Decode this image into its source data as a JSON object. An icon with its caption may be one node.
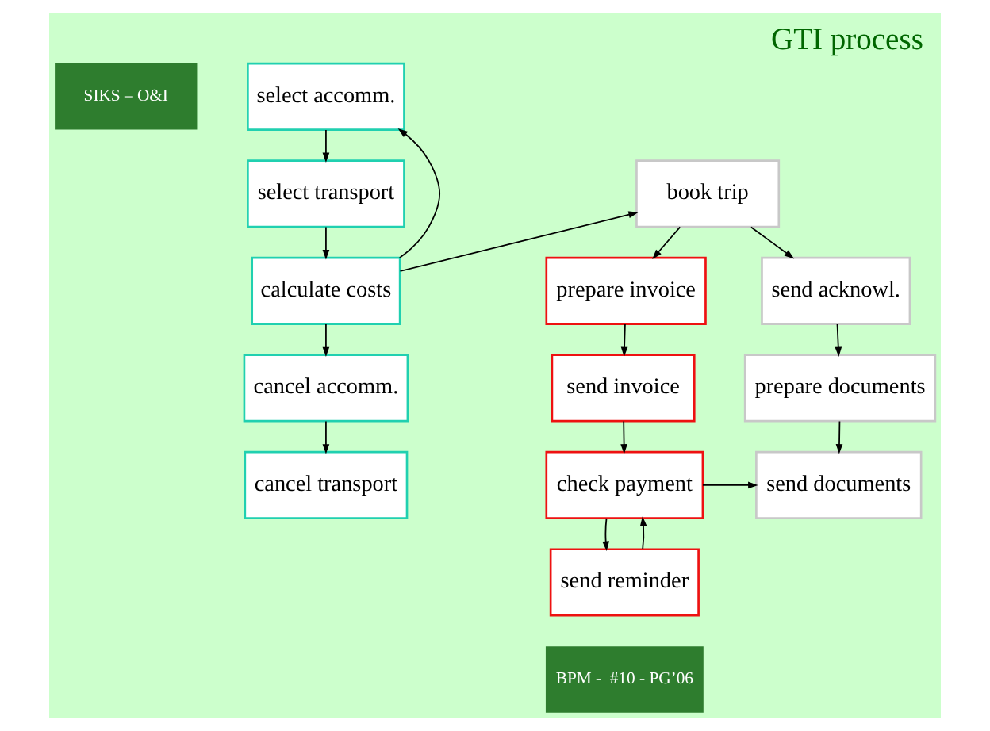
{
  "diagram": {
    "title": "GTI process",
    "nodes": [
      {
        "text": [
          "select accomm."
        ]
      },
      {
        "text": [
          "select transport"
        ]
      },
      {
        "text": [
          "calculate costs"
        ]
      },
      {
        "text": [
          "cancel accomm."
        ]
      },
      {
        "text": [
          "cancel transport"
        ]
      },
      {
        "text": [
          "book trip"
        ]
      },
      {
        "text": [
          "send acknowl."
        ]
      },
      {
        "text": [
          "prepare documents"
        ]
      },
      {
        "text": [
          "send documents"
        ]
      },
      {
        "text": [
          "prepare invoice"
        ]
      },
      {
        "text": [
          "send invoice"
        ]
      },
      {
        "text": [
          "check payment"
        ]
      },
      {
        "text": [
          "send reminder"
        ]
      }
    ],
    "edges": [
      {
        "from": 0,
        "to": 1,
        "arrow": "to"
      },
      {
        "from": 1,
        "to": 2,
        "arrow": "to"
      },
      {
        "from": 2,
        "to": 0,
        "arrow": "to"
      },
      {
        "from": 2,
        "to": 3,
        "arrow": "to"
      },
      {
        "from": 3,
        "to": 4,
        "arrow": "to"
      },
      {
        "from": 2,
        "to": 5,
        "arrow": "to"
      },
      {
        "from": 5,
        "to": 6,
        "arrow": "to"
      },
      {
        "from": 6,
        "to": 7,
        "arrow": "to"
      },
      {
        "from": 7,
        "to": 8,
        "arrow": "to"
      },
      {
        "from": 5,
        "to": 9,
        "arrow": "to"
      },
      {
        "from": 9,
        "to": 10,
        "arrow": "to"
      },
      {
        "from": 10,
        "to": 11,
        "arrow": "to"
      },
      {
        "from": 11,
        "to": 8,
        "arrow": "to"
      },
      {
        "from": 11,
        "to": 12,
        "arrow": "to"
      },
      {
        "from": 12,
        "to": 11,
        "arrow": "to"
      }
    ],
    "labels": [
      "SIKS – O&I",
      "BPM -  #10 - PG’06"
    ]
  }
}
